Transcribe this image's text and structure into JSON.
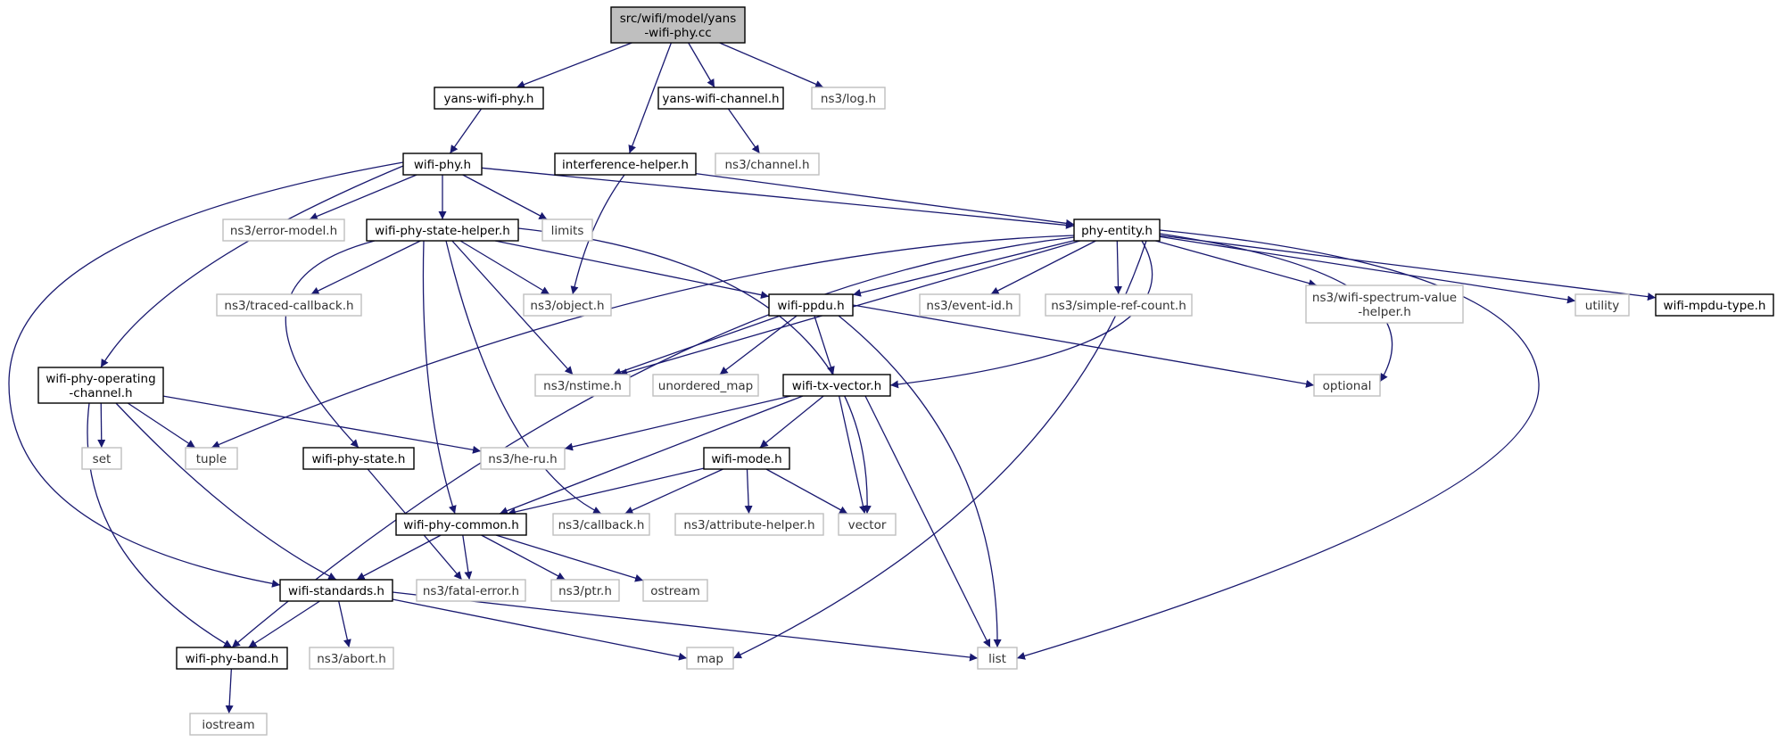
{
  "colors": {
    "edge": "#191970",
    "root_fill": "#bfbfbf",
    "node_border": "#000000",
    "external_border": "#bfbfbf",
    "background": "#ffffff"
  },
  "nodes": [
    {
      "id": "root",
      "lines": [
        "src/wifi/model/yans",
        "-wifi-phy.cc"
      ],
      "kind": "root"
    },
    {
      "id": "yans-wifi-phy",
      "lines": [
        "yans-wifi-phy.h"
      ],
      "kind": "internal"
    },
    {
      "id": "yans-wifi-channel",
      "lines": [
        "yans-wifi-channel.h"
      ],
      "kind": "internal"
    },
    {
      "id": "ns3-log",
      "lines": [
        "ns3/log.h"
      ],
      "kind": "external"
    },
    {
      "id": "interference-helper",
      "lines": [
        "interference-helper.h"
      ],
      "kind": "internal"
    },
    {
      "id": "ns3-channel",
      "lines": [
        "ns3/channel.h"
      ],
      "kind": "external"
    },
    {
      "id": "wifi-phy",
      "lines": [
        "wifi-phy.h"
      ],
      "kind": "internal"
    },
    {
      "id": "ns3-error-model",
      "lines": [
        "ns3/error-model.h"
      ],
      "kind": "external"
    },
    {
      "id": "wifi-phy-state-helper",
      "lines": [
        "wifi-phy-state-helper.h"
      ],
      "kind": "internal"
    },
    {
      "id": "limits",
      "lines": [
        "limits"
      ],
      "kind": "external"
    },
    {
      "id": "phy-entity",
      "lines": [
        "phy-entity.h"
      ],
      "kind": "internal"
    },
    {
      "id": "ns3-traced-callback",
      "lines": [
        "ns3/traced-callback.h"
      ],
      "kind": "external"
    },
    {
      "id": "ns3-object",
      "lines": [
        "ns3/object.h"
      ],
      "kind": "external"
    },
    {
      "id": "wifi-ppdu",
      "lines": [
        "wifi-ppdu.h"
      ],
      "kind": "internal"
    },
    {
      "id": "ns3-event-id",
      "lines": [
        "ns3/event-id.h"
      ],
      "kind": "external"
    },
    {
      "id": "ns3-simple-ref-count",
      "lines": [
        "ns3/simple-ref-count.h"
      ],
      "kind": "external"
    },
    {
      "id": "ns3-wifi-spectrum-value-helper",
      "lines": [
        "ns3/wifi-spectrum-value",
        "-helper.h"
      ],
      "kind": "external"
    },
    {
      "id": "utility",
      "lines": [
        "utility"
      ],
      "kind": "external"
    },
    {
      "id": "wifi-mpdu-type",
      "lines": [
        "wifi-mpdu-type.h"
      ],
      "kind": "internal"
    },
    {
      "id": "wifi-phy-operating-channel",
      "lines": [
        "wifi-phy-operating",
        "-channel.h"
      ],
      "kind": "internal"
    },
    {
      "id": "ns3-nstime",
      "lines": [
        "ns3/nstime.h"
      ],
      "kind": "external"
    },
    {
      "id": "unordered-map",
      "lines": [
        "unordered_map"
      ],
      "kind": "external"
    },
    {
      "id": "wifi-tx-vector",
      "lines": [
        "wifi-tx-vector.h"
      ],
      "kind": "internal"
    },
    {
      "id": "optional",
      "lines": [
        "optional"
      ],
      "kind": "external"
    },
    {
      "id": "set",
      "lines": [
        "set"
      ],
      "kind": "external"
    },
    {
      "id": "tuple",
      "lines": [
        "tuple"
      ],
      "kind": "external"
    },
    {
      "id": "wifi-phy-state",
      "lines": [
        "wifi-phy-state.h"
      ],
      "kind": "internal"
    },
    {
      "id": "ns3-he-ru",
      "lines": [
        "ns3/he-ru.h"
      ],
      "kind": "external"
    },
    {
      "id": "wifi-mode",
      "lines": [
        "wifi-mode.h"
      ],
      "kind": "internal"
    },
    {
      "id": "wifi-phy-common",
      "lines": [
        "wifi-phy-common.h"
      ],
      "kind": "internal"
    },
    {
      "id": "ns3-callback",
      "lines": [
        "ns3/callback.h"
      ],
      "kind": "external"
    },
    {
      "id": "ns3-attribute-helper",
      "lines": [
        "ns3/attribute-helper.h"
      ],
      "kind": "external"
    },
    {
      "id": "vector",
      "lines": [
        "vector"
      ],
      "kind": "external"
    },
    {
      "id": "wifi-standards",
      "lines": [
        "wifi-standards.h"
      ],
      "kind": "internal"
    },
    {
      "id": "ns3-fatal-error",
      "lines": [
        "ns3/fatal-error.h"
      ],
      "kind": "external"
    },
    {
      "id": "ns3-ptr",
      "lines": [
        "ns3/ptr.h"
      ],
      "kind": "external"
    },
    {
      "id": "ostream",
      "lines": [
        "ostream"
      ],
      "kind": "external"
    },
    {
      "id": "wifi-phy-band",
      "lines": [
        "wifi-phy-band.h"
      ],
      "kind": "internal"
    },
    {
      "id": "ns3-abort",
      "lines": [
        "ns3/abort.h"
      ],
      "kind": "external"
    },
    {
      "id": "map",
      "lines": [
        "map"
      ],
      "kind": "external"
    },
    {
      "id": "list",
      "lines": [
        "list"
      ],
      "kind": "external"
    },
    {
      "id": "iostream",
      "lines": [
        "iostream"
      ],
      "kind": "external"
    }
  ],
  "edges": [
    [
      "root",
      "yans-wifi-phy"
    ],
    [
      "root",
      "interference-helper"
    ],
    [
      "root",
      "yans-wifi-channel"
    ],
    [
      "root",
      "ns3-log"
    ],
    [
      "yans-wifi-phy",
      "wifi-phy"
    ],
    [
      "yans-wifi-channel",
      "ns3-channel"
    ],
    [
      "interference-helper",
      "ns3-object"
    ],
    [
      "interference-helper",
      "phy-entity"
    ],
    [
      "wifi-phy",
      "ns3-error-model"
    ],
    [
      "wifi-phy",
      "wifi-phy-state-helper"
    ],
    [
      "wifi-phy",
      "limits"
    ],
    [
      "wifi-phy",
      "phy-entity"
    ],
    [
      "wifi-phy",
      "wifi-phy-operating-channel"
    ],
    [
      "wifi-phy",
      "wifi-standards"
    ],
    [
      "wifi-phy-state-helper",
      "ns3-traced-callback"
    ],
    [
      "wifi-phy-state-helper",
      "ns3-object"
    ],
    [
      "wifi-phy-state-helper",
      "wifi-ppdu"
    ],
    [
      "wifi-phy-state-helper",
      "ns3-nstime"
    ],
    [
      "wifi-phy-state-helper",
      "wifi-phy-state"
    ],
    [
      "wifi-phy-state-helper",
      "wifi-phy-common"
    ],
    [
      "wifi-phy-state-helper",
      "ns3-callback"
    ],
    [
      "wifi-phy-state-helper",
      "vector"
    ],
    [
      "phy-entity",
      "wifi-ppdu"
    ],
    [
      "phy-entity",
      "ns3-event-id"
    ],
    [
      "phy-entity",
      "ns3-simple-ref-count"
    ],
    [
      "phy-entity",
      "ns3-wifi-spectrum-value-helper"
    ],
    [
      "phy-entity",
      "utility"
    ],
    [
      "phy-entity",
      "wifi-mpdu-type"
    ],
    [
      "phy-entity",
      "ns3-nstime"
    ],
    [
      "phy-entity",
      "wifi-tx-vector"
    ],
    [
      "phy-entity",
      "optional"
    ],
    [
      "phy-entity",
      "tuple"
    ],
    [
      "phy-entity",
      "wifi-phy-band"
    ],
    [
      "phy-entity",
      "map"
    ],
    [
      "phy-entity",
      "list"
    ],
    [
      "wifi-ppdu",
      "ns3-nstime"
    ],
    [
      "wifi-ppdu",
      "unordered-map"
    ],
    [
      "wifi-ppdu",
      "wifi-tx-vector"
    ],
    [
      "wifi-ppdu",
      "optional"
    ],
    [
      "wifi-ppdu",
      "list"
    ],
    [
      "wifi-phy-operating-channel",
      "set"
    ],
    [
      "wifi-phy-operating-channel",
      "tuple"
    ],
    [
      "wifi-phy-operating-channel",
      "ns3-he-ru"
    ],
    [
      "wifi-phy-operating-channel",
      "wifi-standards"
    ],
    [
      "wifi-phy-operating-channel",
      "wifi-phy-band"
    ],
    [
      "wifi-tx-vector",
      "ns3-he-ru"
    ],
    [
      "wifi-tx-vector",
      "wifi-mode"
    ],
    [
      "wifi-tx-vector",
      "wifi-phy-common"
    ],
    [
      "wifi-tx-vector",
      "vector"
    ],
    [
      "wifi-tx-vector",
      "list"
    ],
    [
      "wifi-phy-state",
      "ns3-fatal-error"
    ],
    [
      "wifi-mode",
      "wifi-phy-common"
    ],
    [
      "wifi-mode",
      "ns3-callback"
    ],
    [
      "wifi-mode",
      "ns3-attribute-helper"
    ],
    [
      "wifi-mode",
      "vector"
    ],
    [
      "wifi-phy-common",
      "wifi-standards"
    ],
    [
      "wifi-phy-common",
      "ns3-fatal-error"
    ],
    [
      "wifi-phy-common",
      "ns3-ptr"
    ],
    [
      "wifi-phy-common",
      "ostream"
    ],
    [
      "wifi-standards",
      "wifi-phy-band"
    ],
    [
      "wifi-standards",
      "ns3-abort"
    ],
    [
      "wifi-standards",
      "map"
    ],
    [
      "wifi-standards",
      "list"
    ],
    [
      "wifi-phy-band",
      "iostream"
    ]
  ]
}
